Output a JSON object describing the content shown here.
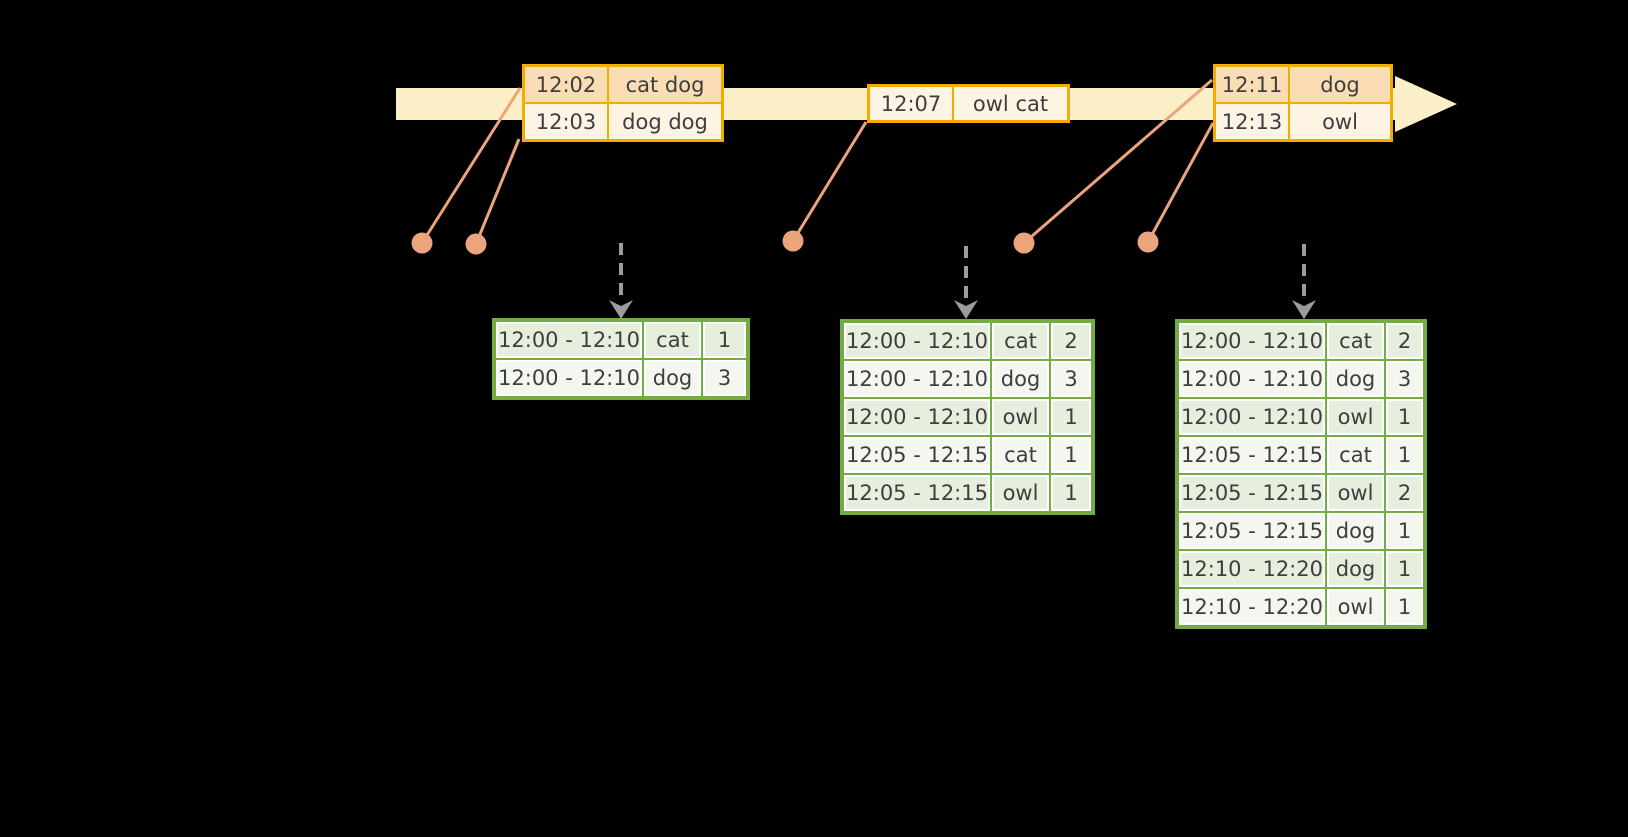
{
  "colors": {
    "background": "#000000",
    "band": "#FBEFC7",
    "orange_border": "#F2AC00",
    "orange_row_peach": "#FADCB5",
    "orange_row_cream": "#FDF4E3",
    "salmon": "#ECA47D",
    "green_border": "#74AC44",
    "green_row_dark": "#E6EEDD",
    "green_row_light": "#F3F7EF",
    "arrow_gray": "#9C9C9C",
    "text": "#3E3E3E"
  },
  "event_tables": [
    {
      "rows": [
        {
          "time": "12:02",
          "words": "cat dog"
        },
        {
          "time": "12:03",
          "words": "dog dog"
        }
      ]
    },
    {
      "rows": [
        {
          "time": "12:07",
          "words": "owl cat"
        }
      ]
    },
    {
      "rows": [
        {
          "time": "12:11",
          "words": "dog"
        },
        {
          "time": "12:13",
          "words": "owl"
        }
      ]
    }
  ],
  "result_tables": [
    {
      "rows": [
        {
          "window": "12:00 - 12:10",
          "word": "cat",
          "count": "1"
        },
        {
          "window": "12:00 - 12:10",
          "word": "dog",
          "count": "3"
        }
      ]
    },
    {
      "rows": [
        {
          "window": "12:00 - 12:10",
          "word": "cat",
          "count": "2"
        },
        {
          "window": "12:00 - 12:10",
          "word": "dog",
          "count": "3"
        },
        {
          "window": "12:00 - 12:10",
          "word": "owl",
          "count": "1"
        },
        {
          "window": "12:05 - 12:15",
          "word": "cat",
          "count": "1"
        },
        {
          "window": "12:05 - 12:15",
          "word": "owl",
          "count": "1"
        }
      ]
    },
    {
      "rows": [
        {
          "window": "12:00 - 12:10",
          "word": "cat",
          "count": "2"
        },
        {
          "window": "12:00 - 12:10",
          "word": "dog",
          "count": "3"
        },
        {
          "window": "12:00 - 12:10",
          "word": "owl",
          "count": "1"
        },
        {
          "window": "12:05 - 12:15",
          "word": "cat",
          "count": "1"
        },
        {
          "window": "12:05 - 12:15",
          "word": "owl",
          "count": "2"
        },
        {
          "window": "12:05 - 12:15",
          "word": "dog",
          "count": "1"
        },
        {
          "window": "12:10 - 12:20",
          "word": "dog",
          "count": "1"
        },
        {
          "window": "12:10 - 12:20",
          "word": "owl",
          "count": "1"
        }
      ]
    }
  ]
}
